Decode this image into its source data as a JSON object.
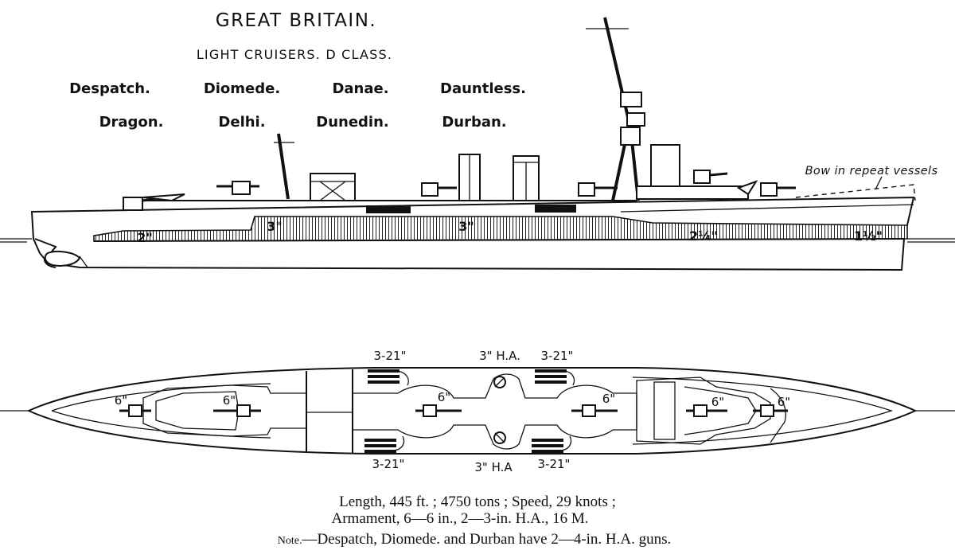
{
  "header": {
    "country": "GREAT BRITAIN.",
    "class_line": "LIGHT CRUISERS.  D CLASS.",
    "ships_row1": [
      "Despatch.",
      "Diomede.",
      "Danae.",
      "Dauntless."
    ],
    "ships_row2": [
      "Dragon.",
      "Delhi.",
      "Dunedin.",
      "Durban."
    ]
  },
  "profile": {
    "bow_note": "Bow in repeat vessels",
    "armour_labels": [
      "2\"",
      "3\"",
      "3\"",
      "2¼\"",
      "1½\""
    ]
  },
  "plan": {
    "gun_labels": [
      "6\"",
      "6\"",
      "6\"",
      "6\"",
      "6\"",
      "6\""
    ],
    "torpedo_top": [
      "3-21\"",
      "3-21\""
    ],
    "torpedo_bottom": [
      "3-21\"",
      "3-21\""
    ],
    "ha_top": "3\" H.A.",
    "ha_bottom": "3\" H.A"
  },
  "caption": {
    "line1": "Length, 445 ft. ; 4750 tons ; Speed, 29 knots ;",
    "line2": "Armament, 6—6 in., 2—3-in. H.A., 16 M.",
    "note_label": "Note.",
    "note_text": "—Despatch, Diomede. and Durban have 2—4-in. H.A. guns."
  }
}
